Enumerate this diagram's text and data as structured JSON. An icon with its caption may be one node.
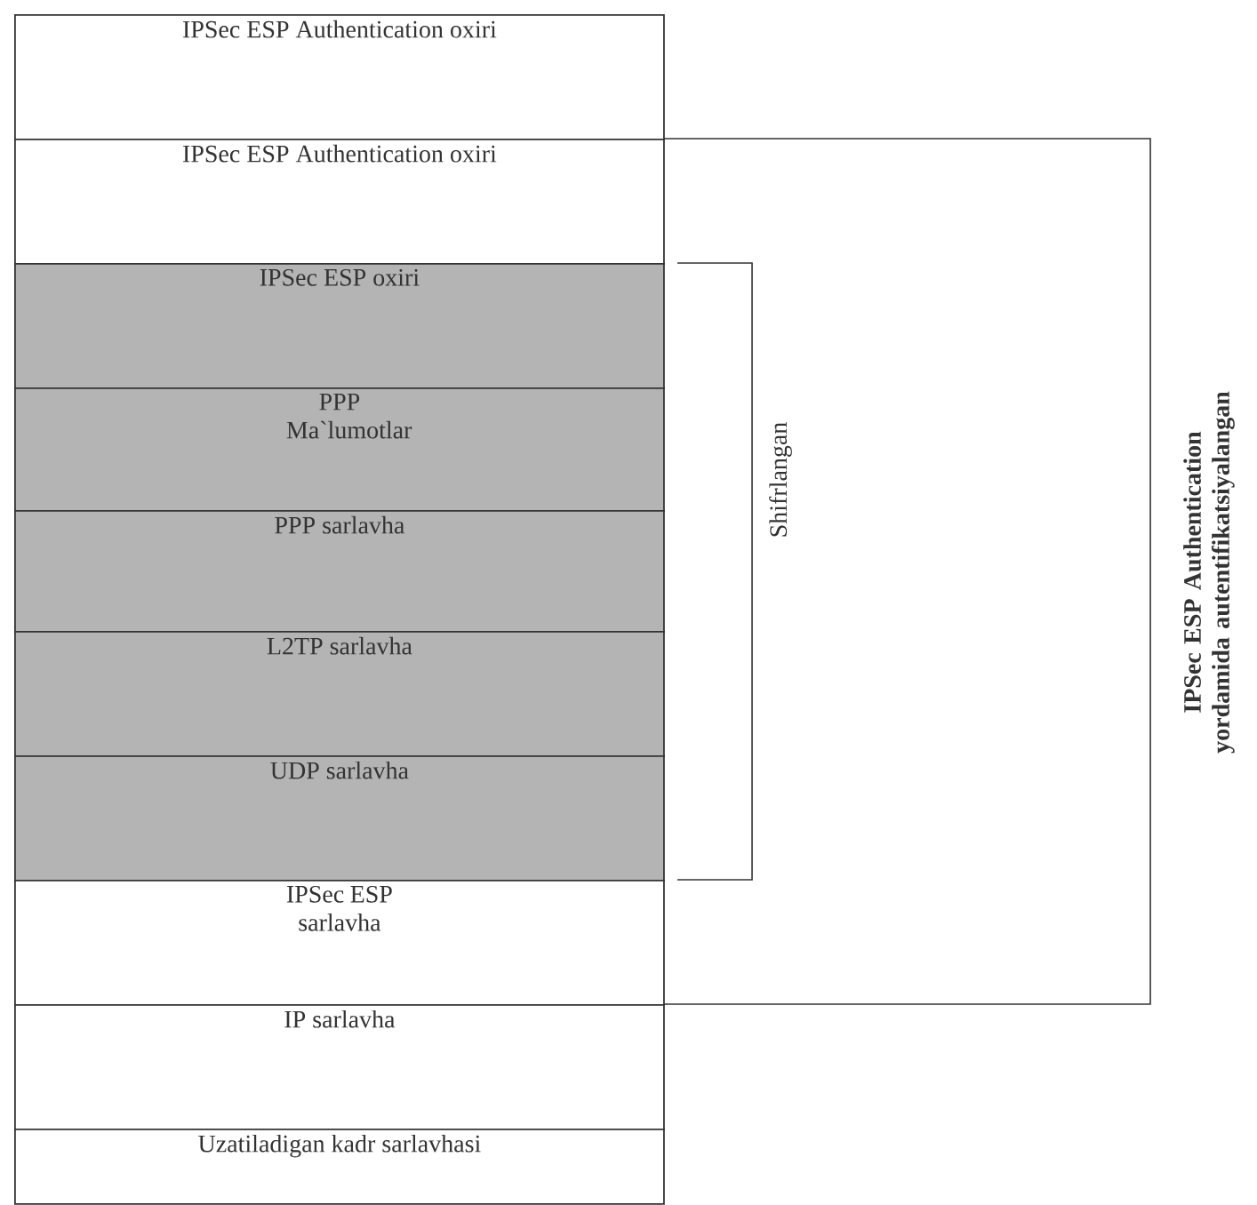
{
  "diagram": {
    "nodes": [
      {
        "text": [
          "IPSec ESP Authentication oxiri"
        ]
      },
      {
        "text": [
          "IPSec ESP Authentication oxiri"
        ]
      },
      {
        "text": [
          "IPSec ESP oxiri"
        ]
      },
      {
        "text": [
          "PPP Ma`lumotlar"
        ]
      },
      {
        "text": [
          "PPP sarlavha"
        ]
      },
      {
        "text": [
          "L2TP sarlavha"
        ]
      },
      {
        "text": [
          "UDP sarlavha"
        ]
      },
      {
        "text": [
          "IPSec ESP sarlavha"
        ]
      },
      {
        "text": [
          "IP sarlavha"
        ]
      },
      {
        "text": [
          "Uzatiladigan kadr sarlavhasi"
        ]
      }
    ],
    "labels": [
      "Shifrlangan",
      "IPSec ESP Authentication yordamida autentifikatsiyalangan"
    ]
  }
}
